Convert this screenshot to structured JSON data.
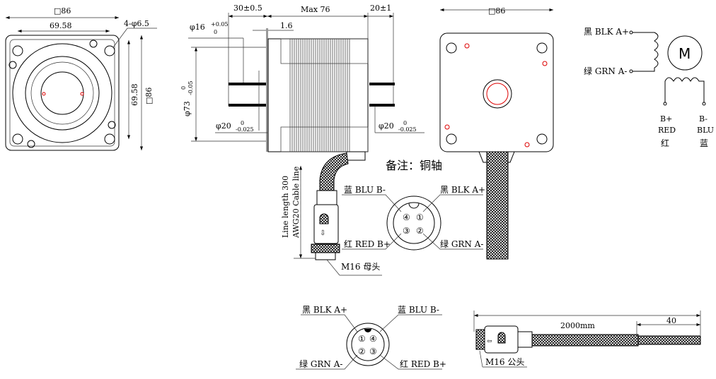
{
  "front_view": {
    "square_label": "□86",
    "hole_spacing_h": "69.58",
    "holes_label": "4-φ6.5",
    "hole_spacing_v": "69.58",
    "square_label_v": "□86"
  },
  "side_view": {
    "shaft_length": "30±0.5",
    "body_length": "Max 76",
    "rear_shaft_length": "20±1",
    "flange_thickness": "1.6",
    "shaft_dia_main": "φ16",
    "shaft_dia_tol_upper": "+0.05",
    "shaft_dia_tol_lower": "0",
    "boss_dia": "φ73",
    "boss_tol_upper": "0",
    "boss_tol_lower": "-0.05",
    "front_shaft_dia": "φ20",
    "front_tol_upper": "0",
    "front_tol_lower": "-0.025",
    "rear_shaft_dia": "φ20",
    "rear_tol_upper": "0",
    "rear_tol_lower": "-0.025",
    "cable_length": "Line length 300",
    "cable_type": "AWG20 Cable line",
    "female_connector": "M16 母头"
  },
  "back_view": {
    "square_label": "□86"
  },
  "note": "备注：铜轴",
  "schematic": {
    "a_plus": "黑 BLK A+",
    "a_minus": "绿 GRN A-",
    "motor": "M",
    "b_plus": "B+",
    "b_plus_color": "RED",
    "b_plus_cn": "红",
    "b_minus": "B-",
    "b_minus_color": "BLU",
    "b_minus_cn": "蓝"
  },
  "female_pinout": {
    "pin4": "蓝 BLU B-",
    "pin1": "黑 BLK A+",
    "pin3": "红 RED B+",
    "pin2": "绿 GRN A-",
    "nums": [
      "④",
      "①",
      "③",
      "②"
    ]
  },
  "male_pinout": {
    "pin1": "黑 BLK A+",
    "pin4": "蓝 BLU B-",
    "pin2": "绿 GRN A-",
    "pin3": "红 RED B+",
    "nums": [
      "①",
      "④",
      "②",
      "③"
    ]
  },
  "extension_cable": {
    "length": "2000mm",
    "strip_length": "40",
    "connector": "M16 公头"
  }
}
